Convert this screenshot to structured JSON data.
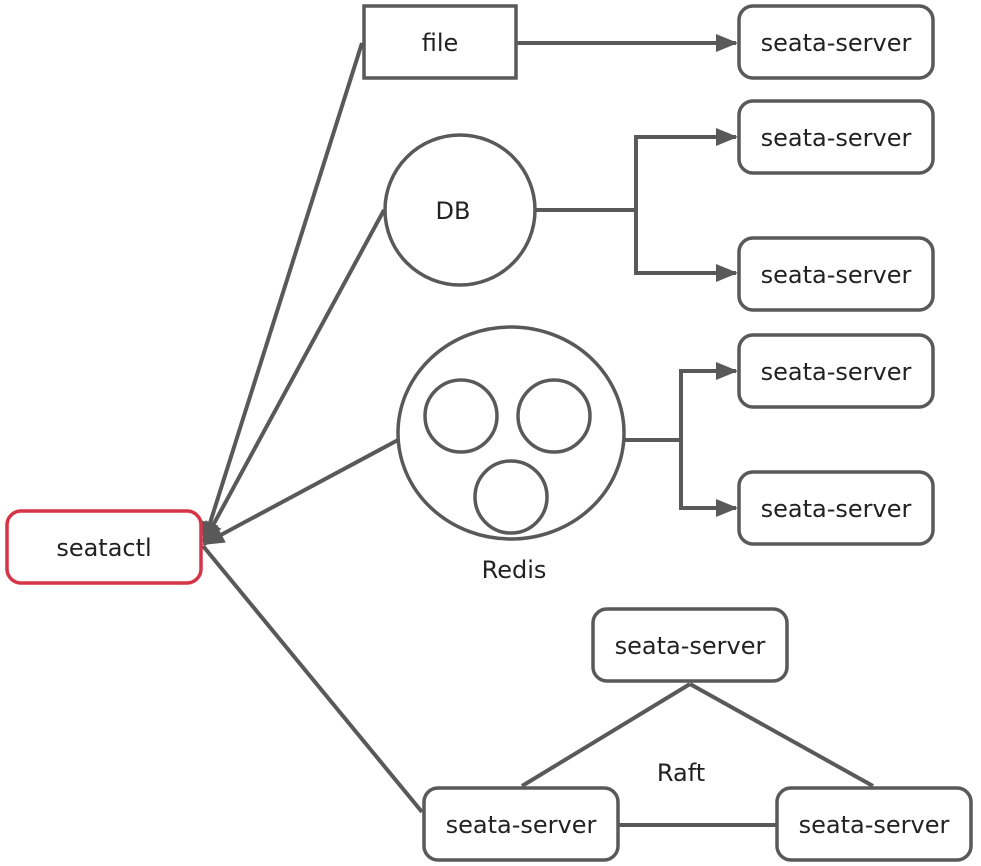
{
  "diagram": {
    "root": {
      "label": "seatactl",
      "border_color": "#d63447"
    },
    "stroke_color": "#595959",
    "nodes": {
      "file": "file",
      "db": "DB",
      "redis": "Redis",
      "raft": "Raft",
      "server": "seata-server"
    },
    "servers": [
      "seata-server",
      "seata-server",
      "seata-server",
      "seata-server",
      "seata-server",
      "seata-server",
      "seata-server",
      "seata-server"
    ]
  }
}
